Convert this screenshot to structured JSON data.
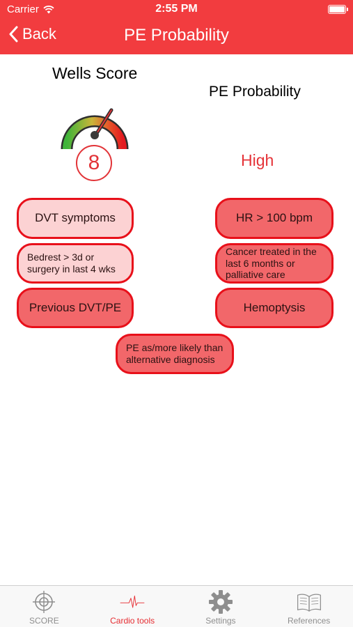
{
  "status_bar": {
    "carrier": "Carrier",
    "time": "2:55 PM"
  },
  "nav": {
    "back_label": "Back",
    "title": "PE Probability"
  },
  "wells": {
    "title": "Wells Score",
    "score": "8"
  },
  "probability": {
    "title": "PE Probability",
    "value": "High"
  },
  "criteria": [
    {
      "label": "DVT symptoms",
      "selected": false
    },
    {
      "label": "HR > 100 bpm",
      "selected": true
    },
    {
      "label": "Bedrest > 3d or surgery in last 4 wks",
      "selected": false
    },
    {
      "label": "Cancer treated in the last 6 months or palliative care",
      "selected": true
    },
    {
      "label": "Previous DVT/PE",
      "selected": true
    },
    {
      "label": "Hemoptysis",
      "selected": true
    },
    {
      "label": "PE as/more likely than alternative diagnosis",
      "selected": true
    }
  ],
  "tabs": [
    {
      "label": "SCORE",
      "icon": "crosshair-icon",
      "active": false
    },
    {
      "label": "Cardio tools",
      "icon": "heartbeat-icon",
      "active": true
    },
    {
      "label": "Settings",
      "icon": "gear-icon",
      "active": false
    },
    {
      "label": "References",
      "icon": "book-icon",
      "active": false
    }
  ],
  "colors": {
    "accent": "#f23c3f",
    "pill_selected": "#f2676a",
    "pill_unselected": "#fcd2d3",
    "pill_border": "#e8101a",
    "active_tab": "#e62c31"
  }
}
